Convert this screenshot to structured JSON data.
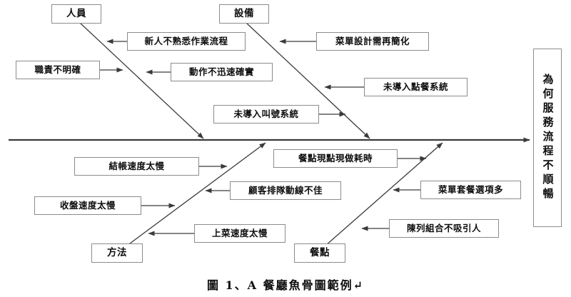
{
  "diagram": {
    "type": "fishbone-ishikawa",
    "effect": {
      "label": "為何服務流程不順暢"
    },
    "caption": "圖 1、A 餐廳魚骨圖範例↵",
    "categories": [
      {
        "id": "people",
        "label": "人員",
        "position": "top-left",
        "causes": [
          {
            "label": "新人不熟悉作業流程",
            "side": "right"
          },
          {
            "label": "職責不明確",
            "side": "left"
          },
          {
            "label": "動作不迅速確實",
            "side": "right"
          }
        ]
      },
      {
        "id": "equipment",
        "label": "設備",
        "position": "top-right",
        "causes": [
          {
            "label": "菜單設計需再簡化",
            "side": "right"
          },
          {
            "label": "未導入點餐系統",
            "side": "right"
          },
          {
            "label": "未導入叫號系統",
            "side": "left"
          }
        ]
      },
      {
        "id": "method",
        "label": "方法",
        "position": "bottom-left",
        "causes": [
          {
            "label": "結帳速度太慢",
            "side": "left"
          },
          {
            "label": "顧客排隊動線不佳",
            "side": "right"
          },
          {
            "label": "收盤速度太慢",
            "side": "left"
          },
          {
            "label": "上菜速度太慢",
            "side": "right"
          }
        ]
      },
      {
        "id": "meal",
        "label": "餐點",
        "position": "bottom-right",
        "causes": [
          {
            "label": "餐點現點現做耗時",
            "side": "left"
          },
          {
            "label": "菜單套餐選項多",
            "side": "right"
          },
          {
            "label": "陳列組合不吸引人",
            "side": "right"
          }
        ]
      }
    ]
  },
  "colors": {
    "line": "#3a3a3a",
    "box_border": "#8c8c8c",
    "text": "#0d0d0d",
    "background": "#ffffff"
  }
}
